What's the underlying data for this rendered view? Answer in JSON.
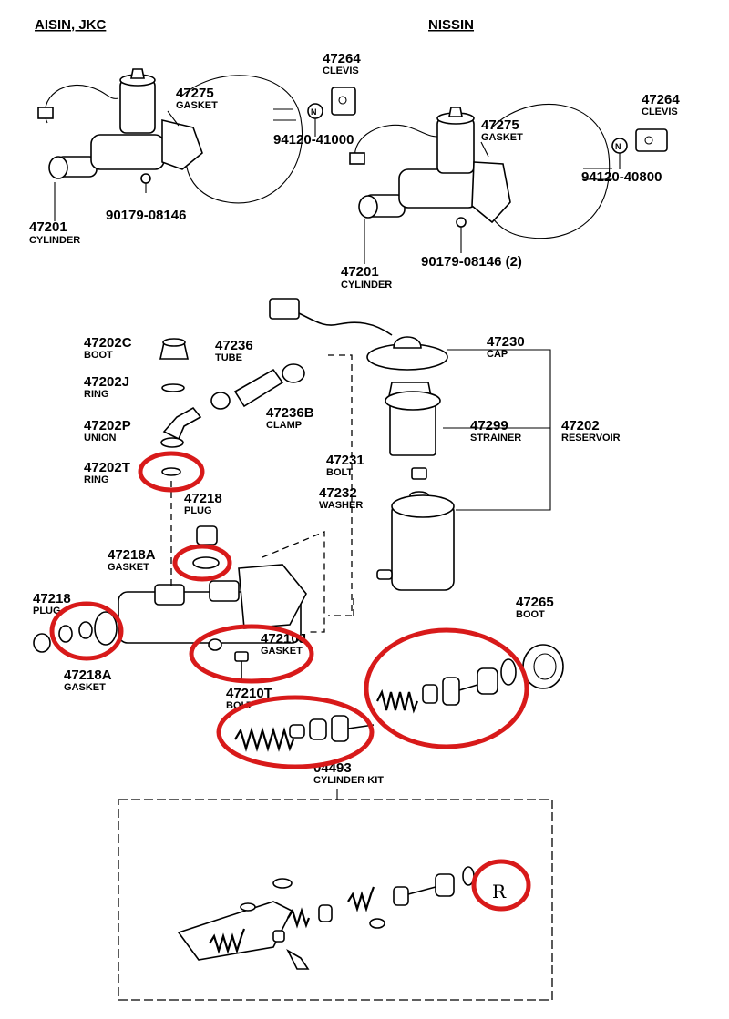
{
  "headers": {
    "left": "AISIN, JKC",
    "right": "NISSIN"
  },
  "top_left": {
    "clevis_num": "47264",
    "clevis_name": "CLEVIS",
    "gasket_num": "47275",
    "gasket_name": "GASKET",
    "nut_num": "94120-41000",
    "bolt_num": "90179-08146",
    "cyl_num": "47201",
    "cyl_name": "CYLINDER"
  },
  "top_right": {
    "clevis_num": "47264",
    "clevis_name": "CLEVIS",
    "gasket_num": "47275",
    "gasket_name": "GASKET",
    "nut_num": "94120-40800",
    "bolt_num": "90179-08146 (2)",
    "cyl_num": "47201",
    "cyl_name": "CYLINDER"
  },
  "main": {
    "boot_c_num": "47202C",
    "boot_c_name": "BOOT",
    "tube_num": "47236",
    "tube_name": "TUBE",
    "ring_j_num": "47202J",
    "ring_j_name": "RING",
    "clamp_num": "47236B",
    "clamp_name": "CLAMP",
    "union_num": "47202P",
    "union_name": "UNION",
    "ring_t_num": "47202T",
    "ring_t_name": "RING",
    "plug_top_num": "47218",
    "plug_top_name": "PLUG",
    "gasket_a_num": "47218A",
    "gasket_a_name": "GASKET",
    "plug_left_num": "47218",
    "plug_left_name": "PLUG",
    "gasket_a2_num": "47218A",
    "gasket_a2_name": "GASKET",
    "gasket_j_num": "47210J",
    "gasket_j_name": "GASKET",
    "bolt_t_num": "47210T",
    "bolt_t_name": "BOLT",
    "cap_num": "47230",
    "cap_name": "CAP",
    "strainer_num": "47299",
    "strainer_name": "STRAINER",
    "reservoir_num": "47202",
    "reservoir_name": "RESERVOIR",
    "bolt_num": "47231",
    "bolt_name": "BOLT",
    "washer_num": "47232",
    "washer_name": "WASHER",
    "boot_num": "47265",
    "boot_name": "BOOT",
    "kit_num": "04493",
    "kit_name": "CYLINDER KIT"
  },
  "kit_mark": "R",
  "colors": {
    "highlight": "#d81a1a",
    "ink": "#000000"
  }
}
